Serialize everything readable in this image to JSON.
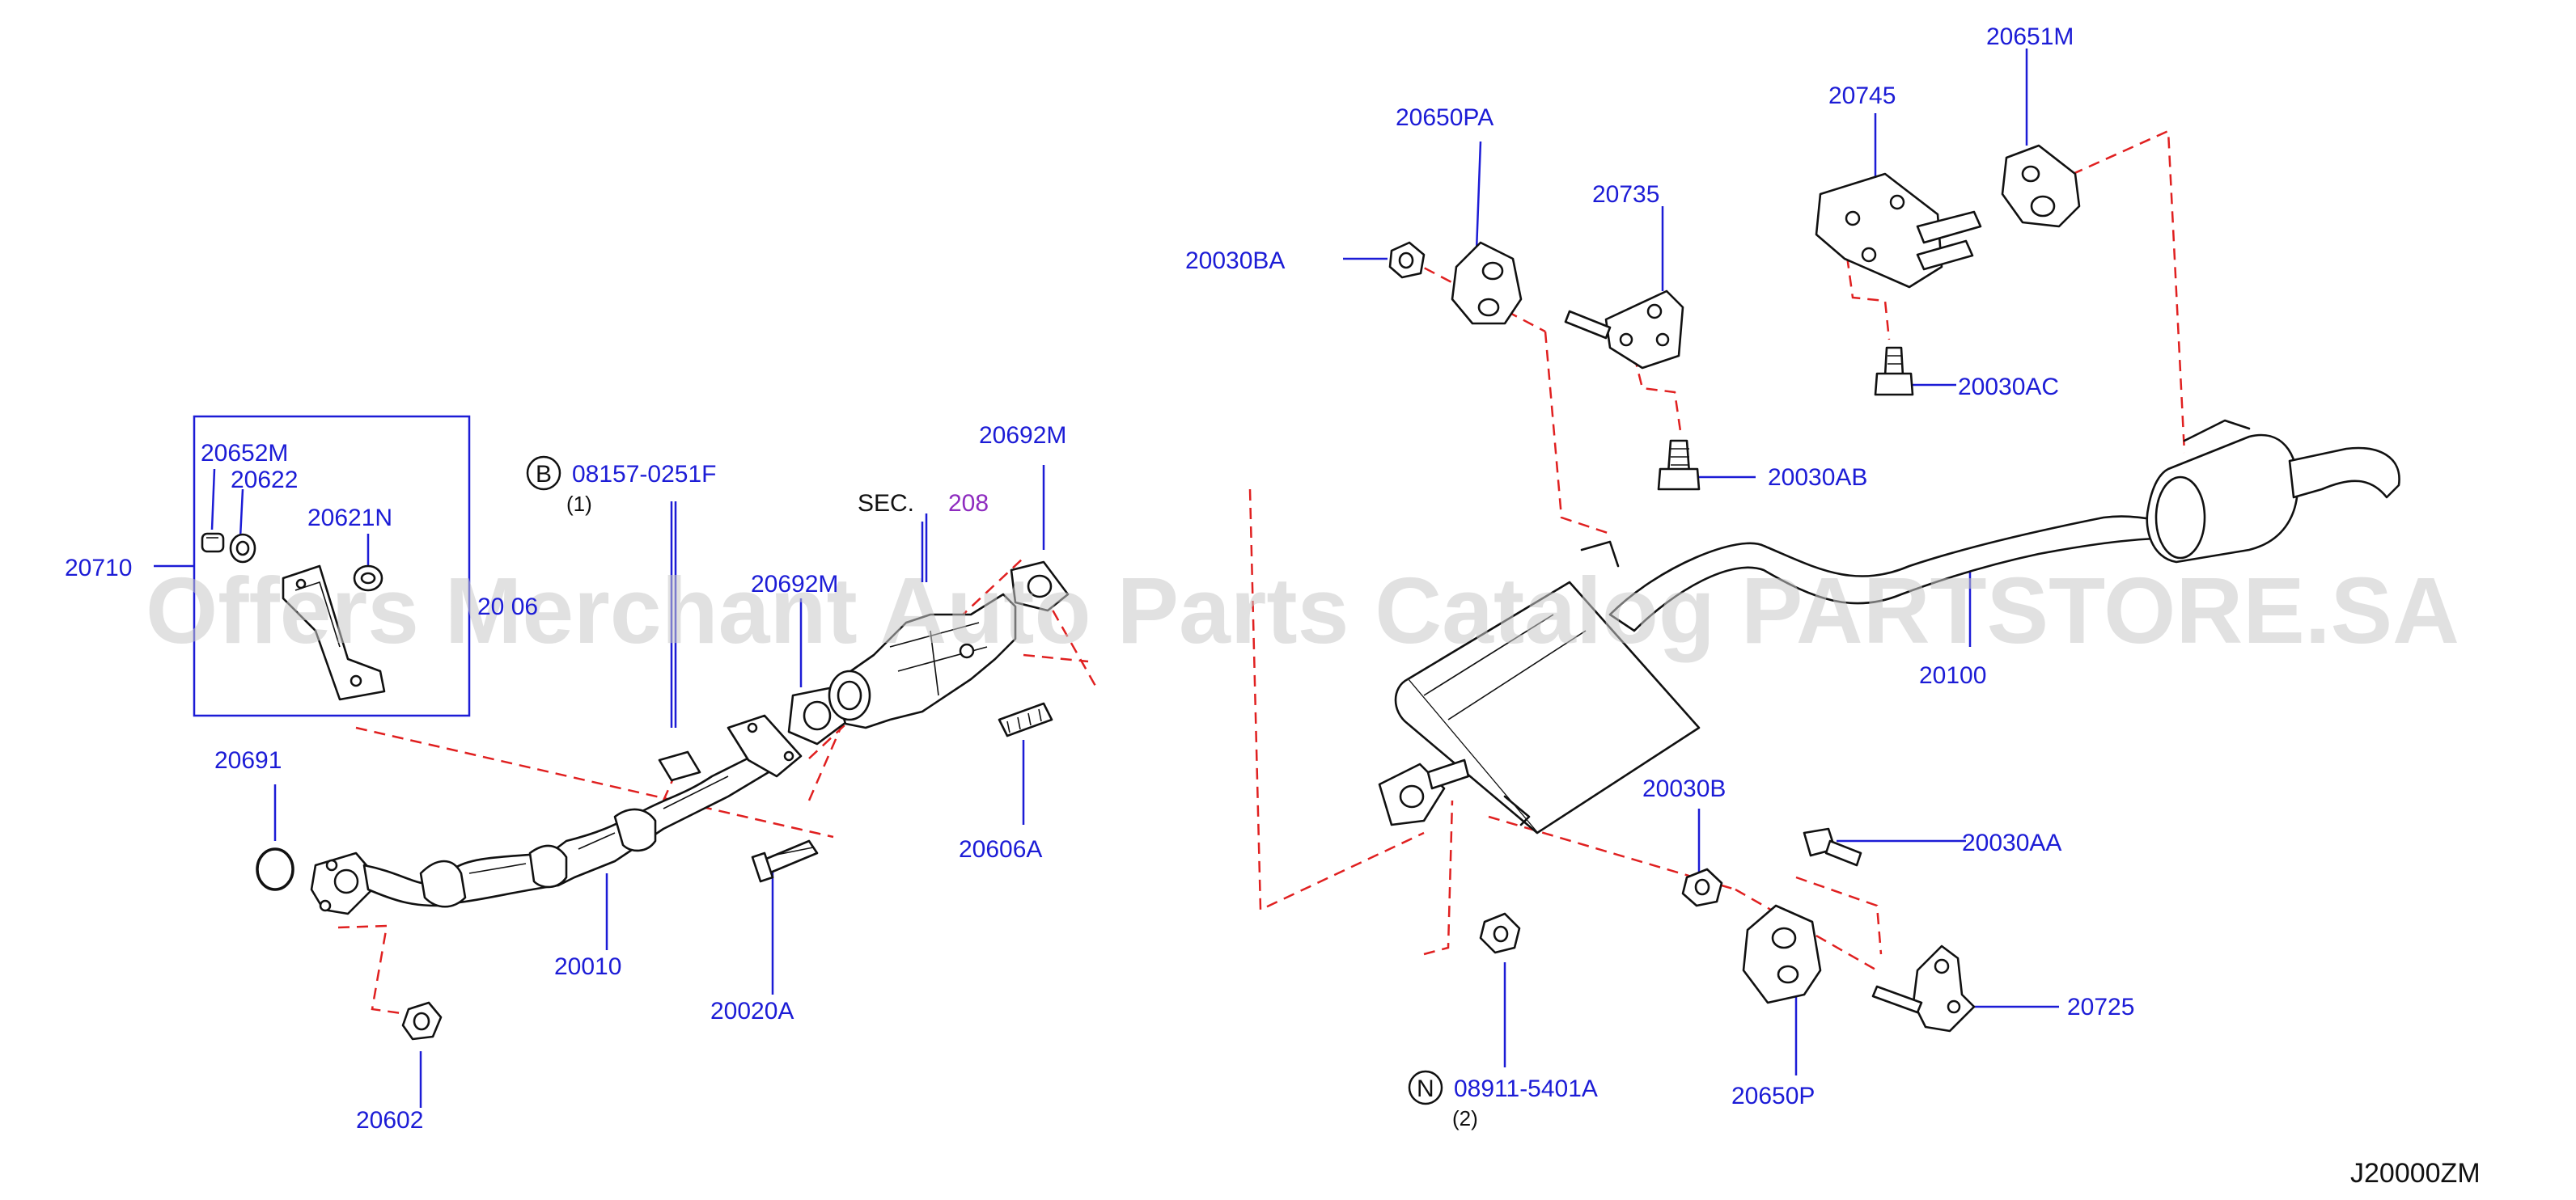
{
  "watermark": "Offers Merchant Auto Parts Catalog PARTSTORE.SA",
  "diagram_code": "J20000ZM",
  "section_ref": {
    "prefix": "SEC.",
    "number": "208"
  },
  "callouts": {
    "b_symbol": "B",
    "b_part": "08157-0251F",
    "b_qty": "(1)",
    "n_symbol": "N",
    "n_part": "08911-5401A",
    "n_qty": "(2)"
  },
  "parts": {
    "p20652M": "20652M",
    "p20622": "20622",
    "p20621N": "20621N",
    "p20710": "20710",
    "p20606_partial": "20 06",
    "p20691": "20691",
    "p20602": "20602",
    "p20010": "20010",
    "p20020A": "20020A",
    "p20692M_a": "20692M",
    "p20692M_b": "20692M",
    "p20606A": "20606A",
    "p20650PA": "20650PA",
    "p20030BA": "20030BA",
    "p20735": "20735",
    "p20030AB": "20030AB",
    "p20745": "20745",
    "p20651M": "20651M",
    "p20030AC": "20030AC",
    "p20100": "20100",
    "p20030B": "20030B",
    "p20030AA": "20030AA",
    "p20725": "20725",
    "p20650P": "20650P"
  },
  "colors": {
    "label_blue": "#1c1cd6",
    "dash_red": "#e02020",
    "section_purple": "#8e2bbf",
    "line_black": "#111111"
  }
}
